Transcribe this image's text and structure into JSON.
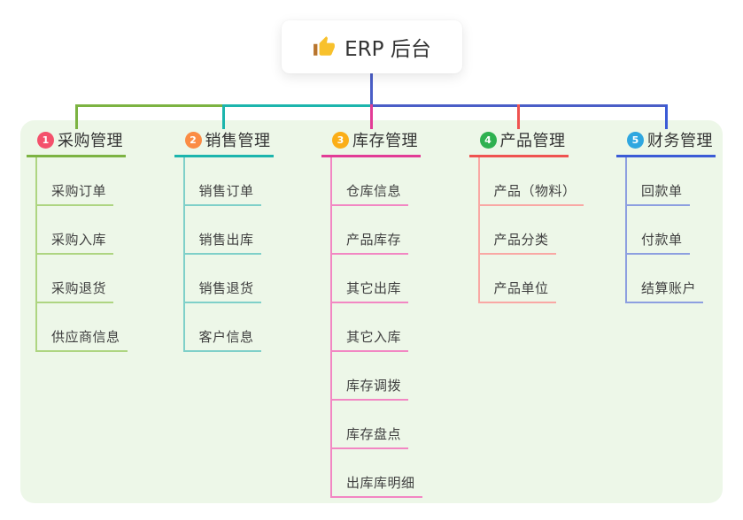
{
  "root": {
    "label": "ERP 后台",
    "icon": "thumbs-up",
    "connector_color": "#4A5EC7"
  },
  "canvas": {
    "panel_color": "#EDF7E8",
    "background_color": "#FFFFFF"
  },
  "branches": [
    {
      "index": "1",
      "label": "采购管理",
      "badge_color": "#F4516C",
      "line_color": "#7CB342",
      "child_line_color": "#AED581",
      "children": [
        "采购订单",
        "采购入库",
        "采购退货",
        "供应商信息"
      ]
    },
    {
      "index": "2",
      "label": "销售管理",
      "badge_color": "#FB8C44",
      "line_color": "#1CB5AD",
      "child_line_color": "#7FD0C9",
      "children": [
        "销售订单",
        "销售出库",
        "销售退货",
        "客户信息"
      ]
    },
    {
      "index": "3",
      "label": "库存管理",
      "badge_color": "#FBAE17",
      "line_color": "#E23C96",
      "child_line_color": "#F287C3",
      "children": [
        "仓库信息",
        "产品库存",
        "其它出库",
        "其它入库",
        "库存调拨",
        "库存盘点",
        "出库库明细"
      ]
    },
    {
      "index": "4",
      "label": "产品管理",
      "badge_color": "#2EB150",
      "line_color": "#EF5350",
      "child_line_color": "#F9A8A4",
      "children": [
        "产品（物料）",
        "产品分类",
        "产品单位"
      ]
    },
    {
      "index": "5",
      "label": "财务管理",
      "badge_color": "#2FA7E0",
      "line_color": "#3B5BD6",
      "child_line_color": "#8D9FE0",
      "children": [
        "回款单",
        "付款单",
        "结算账户"
      ]
    }
  ]
}
